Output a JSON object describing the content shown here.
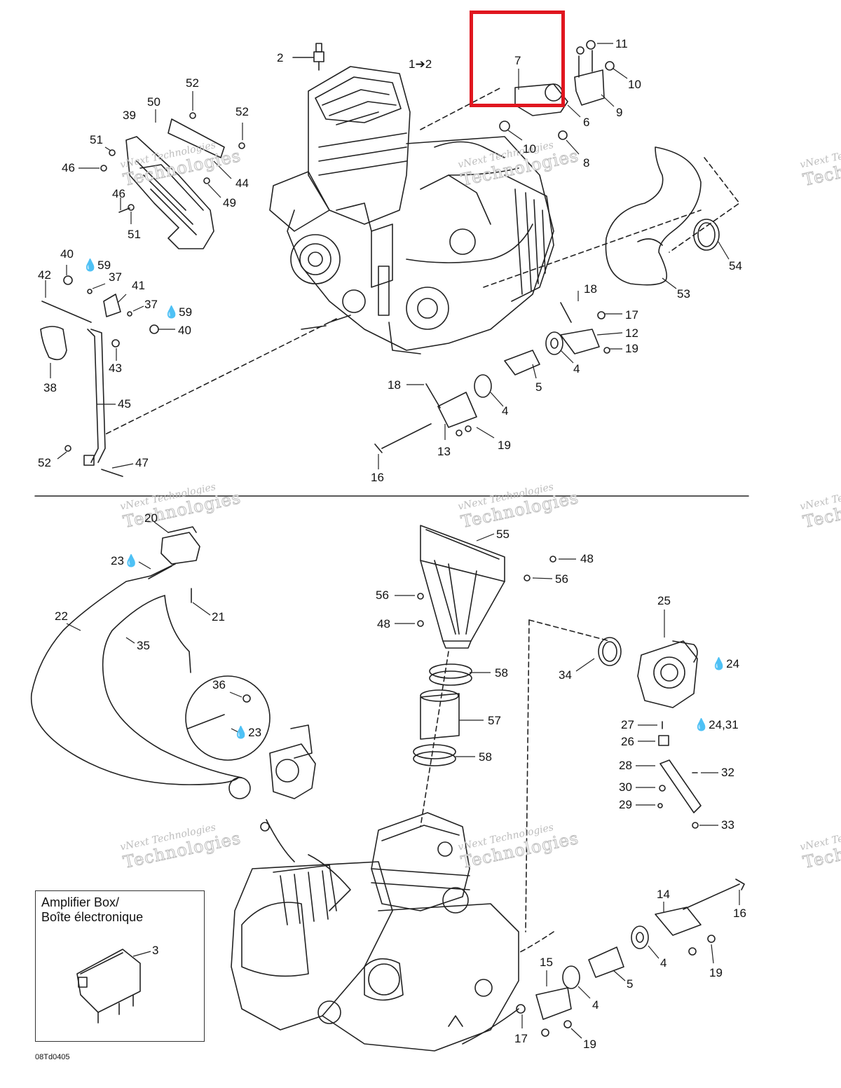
{
  "watermark": {
    "line1": "vNext Technologies",
    "line2": "Technologies"
  },
  "figure_code": "08Td0405",
  "amplifier_box": {
    "title_line1": "Amplifier Box/",
    "title_line2": "Boîte électronique"
  },
  "highlight_color": "#e0161f",
  "callouts": [
    "2",
    "1➔2",
    "7",
    "11",
    "10",
    "6",
    "9",
    "10",
    "8",
    "52",
    "50",
    "39",
    "52",
    "51",
    "46",
    "44",
    "49",
    "46",
    "51",
    "40",
    "59",
    "42",
    "37",
    "41",
    "37",
    "59",
    "40",
    "43",
    "38",
    "45",
    "52",
    "47",
    "18",
    "17",
    "12",
    "19",
    "4",
    "5",
    "18",
    "4",
    "13",
    "19",
    "16",
    "54",
    "53",
    "20",
    "23",
    "21",
    "22",
    "35",
    "36",
    "23",
    "55",
    "48",
    "56",
    "56",
    "48",
    "58",
    "57",
    "58",
    "25",
    "34",
    "24",
    "27",
    "24,31",
    "26",
    "28",
    "32",
    "30",
    "29",
    "33",
    "3",
    "14",
    "16",
    "4",
    "19",
    "15",
    "5",
    "4",
    "17",
    "19"
  ]
}
